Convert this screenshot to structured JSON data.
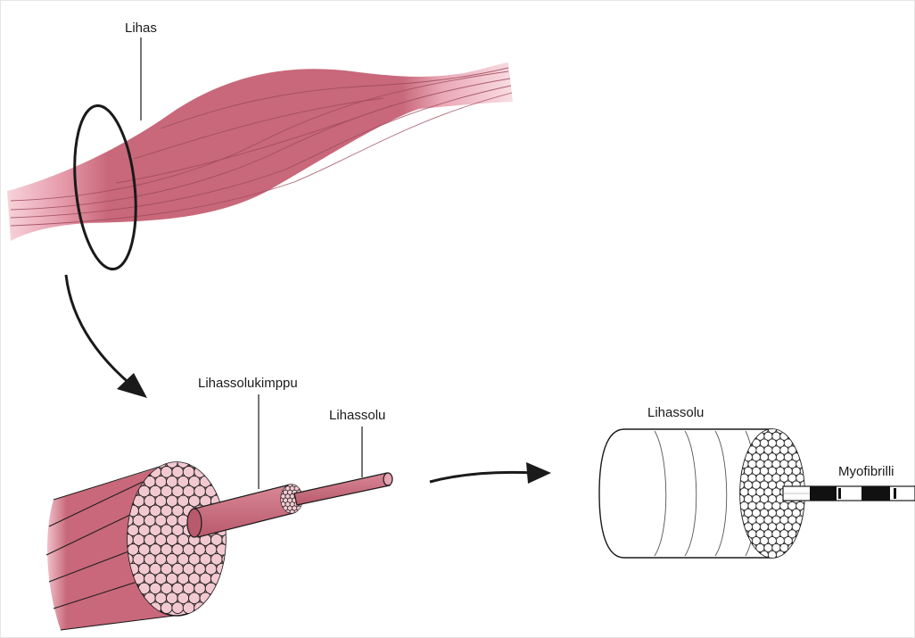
{
  "labels": {
    "muscle": "Lihas",
    "fascicle": "Lihassolukimppu",
    "fiber_small": "Lihassolu",
    "fiber_large": "Lihassolu",
    "myofibril": "Myofibrilli"
  },
  "colors": {
    "muscle_fill": "#c8687a",
    "muscle_light": "#f5c6ce",
    "fiber_cross_section": "#f3c9d1",
    "tendon_pink": "#f7d3da",
    "outline": "#1a1a1a",
    "myofibril_dark_band": "#111111"
  }
}
